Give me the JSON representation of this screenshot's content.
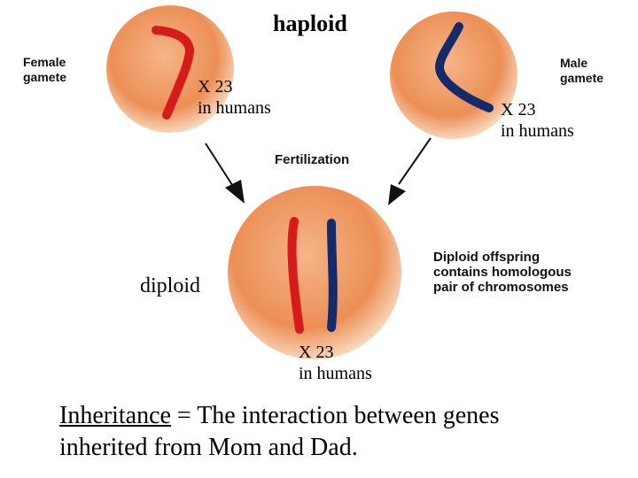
{
  "title": "haploid",
  "female_gamete": {
    "line1": "Female",
    "line2": "gamete"
  },
  "male_gamete": {
    "line1": "Male",
    "line2": "gamete"
  },
  "female_count": {
    "line1": "X 23",
    "line2": "in humans"
  },
  "male_count": {
    "line1": "X 23",
    "line2": "in humans"
  },
  "fertilization": "Fertilization",
  "diploid": "diploid",
  "diploid_count": {
    "line1": "X 23",
    "line2": "in humans"
  },
  "offspring_note": {
    "line1": "Diploid offspring",
    "line2": "contains homologous",
    "line3": "pair of chromosomes"
  },
  "inheritance": {
    "term": "Inheritance",
    "rest": " = The interaction between genes",
    "line2": "inherited from Mom and Dad."
  },
  "colors": {
    "cell": "#f0a06a",
    "cell_edge": "#f7c9a4",
    "maternal": "#d61b1b",
    "paternal": "#142a6b"
  }
}
